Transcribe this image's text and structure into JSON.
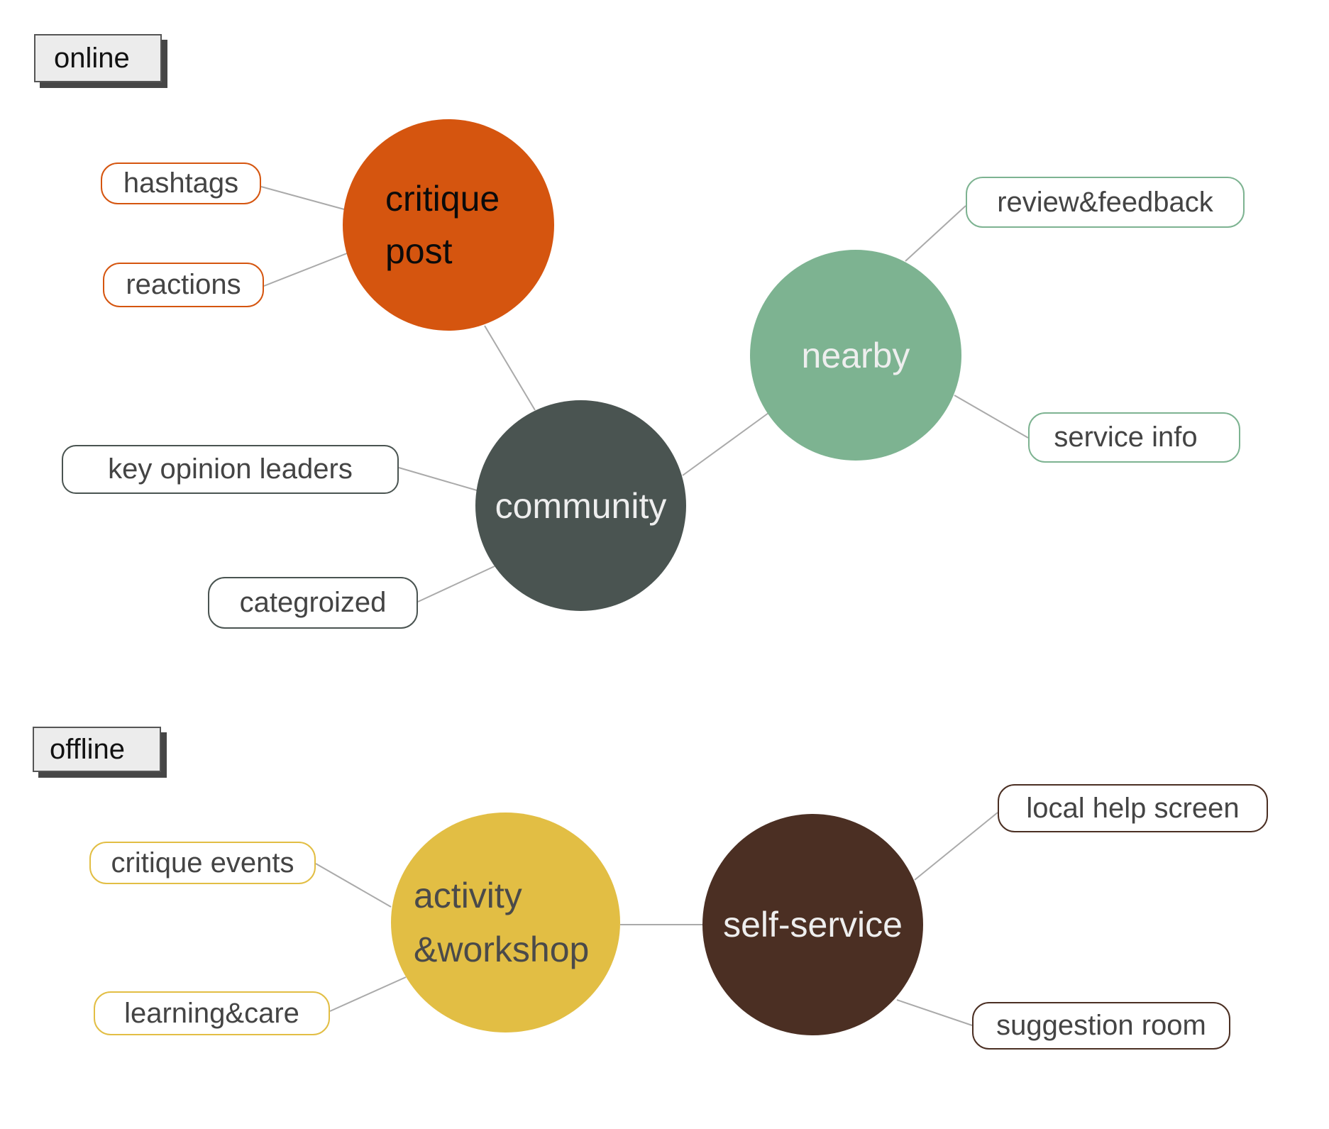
{
  "sections": {
    "online": {
      "label": "online"
    },
    "offline": {
      "label": "offline"
    }
  },
  "colors": {
    "critique": "#D5550F",
    "nearby": "#7DB391",
    "community": "#4A5451",
    "activity": "#E2BE44",
    "self_service": "#4B2F23",
    "connector": "#AAAAAA"
  },
  "hubs": {
    "critique_post": {
      "label_line1": "critique",
      "label_line2": "post"
    },
    "community": {
      "label": "community"
    },
    "nearby": {
      "label": "nearby"
    },
    "activity": {
      "label_line1": "activity",
      "label_line2": "&workshop"
    },
    "self_service": {
      "label": "self-service"
    }
  },
  "leaves": {
    "hashtags": "hashtags",
    "reactions": "reactions",
    "key_opinion_leaders": "key opinion leaders",
    "categroized": "categroized",
    "review_feedback": "review&feedback",
    "service_info": "service info",
    "critique_events": "critique events",
    "learning_care": "learning&care",
    "local_help_screen": "local help screen",
    "suggestion_room": "suggestion room"
  }
}
